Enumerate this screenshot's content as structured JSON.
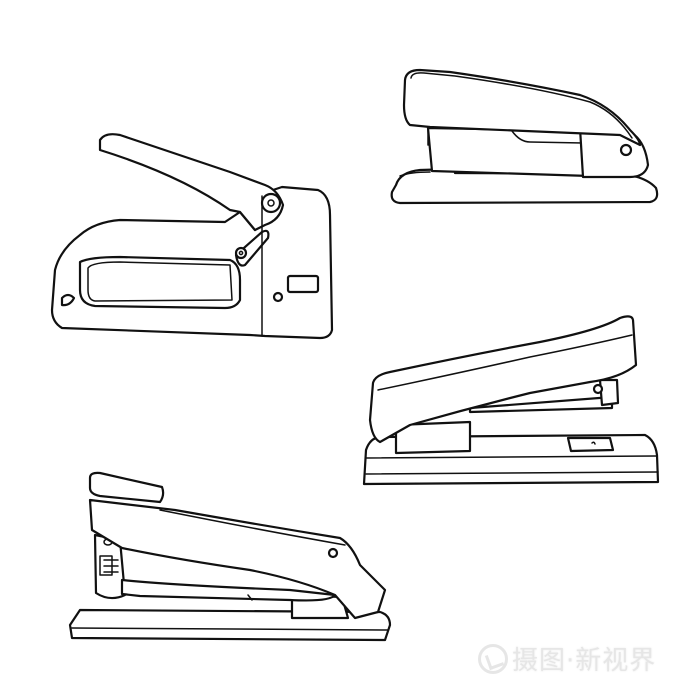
{
  "illustration": {
    "subject": "Hand-drawn line art of four staplers",
    "background_color": "#ffffff",
    "line_color": "#111111",
    "items": [
      {
        "name": "staple-gun",
        "position": "top-left"
      },
      {
        "name": "desk-stapler-closed",
        "position": "top-right"
      },
      {
        "name": "desk-stapler-open",
        "position": "middle-right"
      },
      {
        "name": "heavy-duty-stapler",
        "position": "bottom-left"
      }
    ]
  },
  "watermark": {
    "text": "摄图·新视界",
    "logo": "aperture-icon"
  }
}
